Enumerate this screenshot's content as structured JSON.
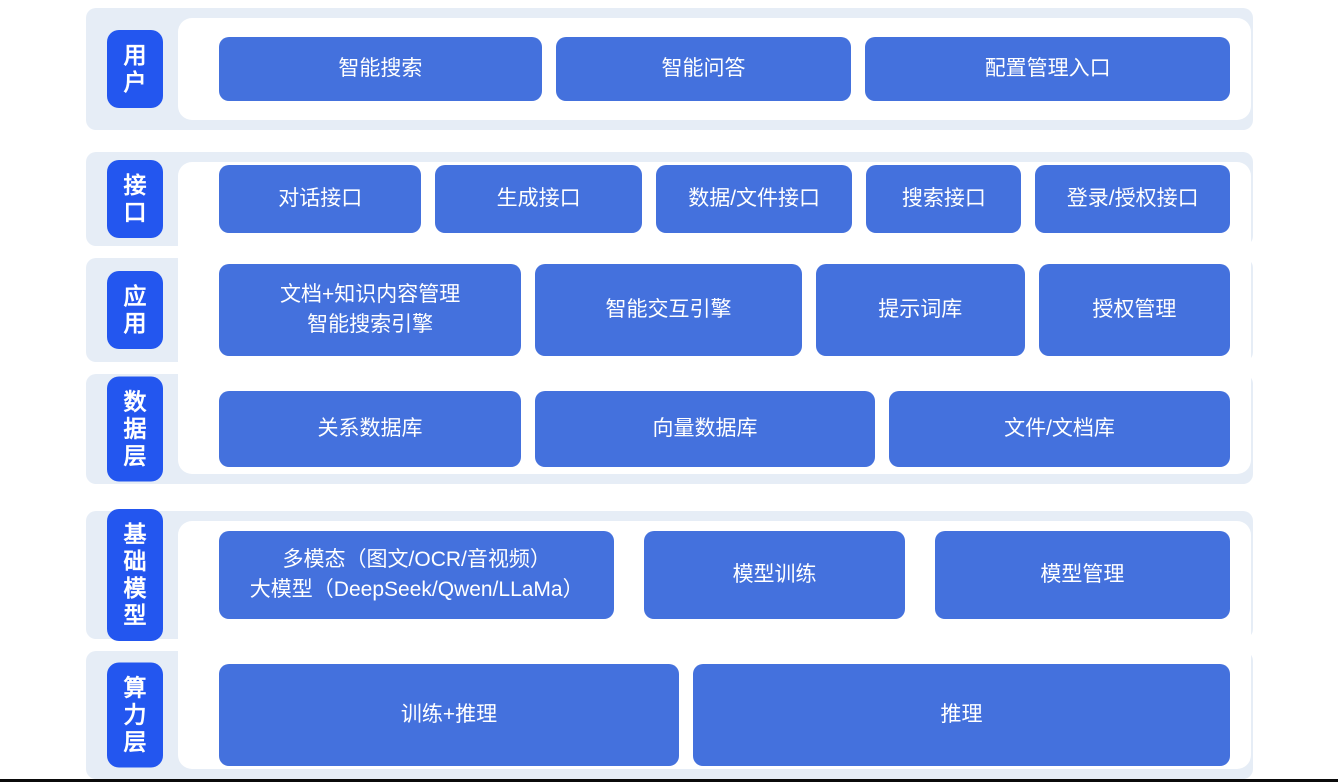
{
  "colors": {
    "band_bg": "#e6edf6",
    "label_pill_bg": "#2356ef",
    "node_bg": "#4471dd",
    "panel_bg": "#ffffff",
    "text": "#ffffff",
    "bottom_line": "#0b0b0b"
  },
  "groups": [
    {
      "rows": [
        {
          "name": "user",
          "label": "用户",
          "buttons": [
            {
              "name": "smart-search",
              "text": "智能搜索"
            },
            {
              "name": "smart-qa",
              "text": "智能问答"
            },
            {
              "name": "config-management-entry",
              "text": "配置管理入口"
            }
          ]
        }
      ]
    },
    {
      "rows": [
        {
          "name": "interface",
          "label": "接口",
          "buttons": [
            {
              "name": "dialog-api",
              "text": "对话接口"
            },
            {
              "name": "generation-api",
              "text": "生成接口"
            },
            {
              "name": "data-file-api",
              "text": "数据/文件接口"
            },
            {
              "name": "search-api",
              "text": "搜索接口"
            },
            {
              "name": "login-auth-api",
              "text": "登录/授权接口"
            }
          ]
        },
        {
          "name": "application",
          "label": "应用",
          "buttons": [
            {
              "name": "doc-knowledge-search-engine",
              "lines": [
                "文档+知识内容管理",
                "智能搜索引擎"
              ]
            },
            {
              "name": "interactive-engine",
              "text": "智能交互引擎"
            },
            {
              "name": "prompt-library",
              "text": "提示词库"
            },
            {
              "name": "auth-management",
              "text": "授权管理"
            }
          ]
        },
        {
          "name": "data-layer",
          "label": "数据层",
          "buttons": [
            {
              "name": "relational-db",
              "text": "关系数据库"
            },
            {
              "name": "vector-db",
              "text": "向量数据库"
            },
            {
              "name": "file-doc-store",
              "text": "文件/文档库"
            }
          ]
        }
      ]
    },
    {
      "rows": [
        {
          "name": "foundation-model",
          "label": "基础模型",
          "buttons": [
            {
              "name": "multimodal-llm",
              "lines": [
                "多模态（图文/OCR/音视频）",
                "大模型（DeepSeek/Qwen/LLaMa）"
              ]
            },
            {
              "name": "model-training",
              "text": "模型训练"
            },
            {
              "name": "model-management",
              "text": "模型管理"
            }
          ]
        },
        {
          "name": "compute-layer",
          "label": "算力层",
          "buttons": [
            {
              "name": "training-plus-inference",
              "text": "训练+推理"
            },
            {
              "name": "inference",
              "text": "推理"
            }
          ]
        }
      ]
    }
  ]
}
